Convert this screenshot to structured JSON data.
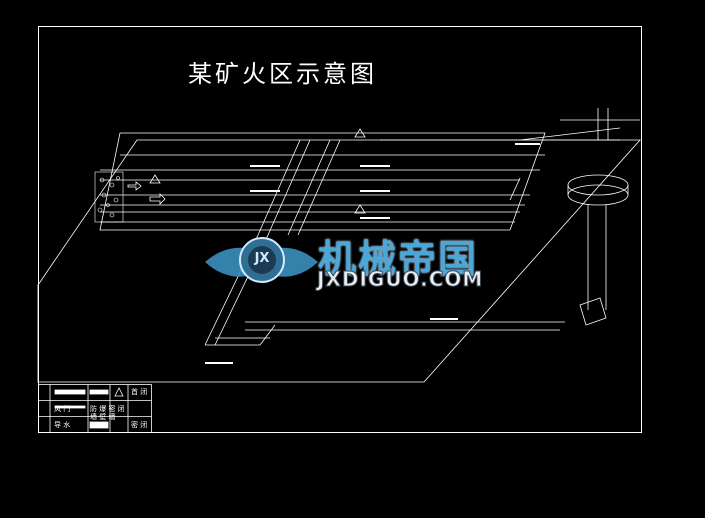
{
  "title": "某矿火区示意图",
  "watermark": {
    "cn": "机械帝国",
    "en": "JXDIGUO.COM",
    "badge": "JX",
    "color": "#4aa7d8"
  },
  "legend": {
    "row1": [
      "",
      "",
      "",
      "",
      "首 闭"
    ],
    "row2": [
      "风 门",
      "",
      "防 爆 密 闭 墙 壁 墙",
      "",
      ""
    ],
    "row3": [
      "",
      "导 水",
      "",
      "",
      "密 闭"
    ]
  },
  "colors": {
    "background": "#000000",
    "lines": "#ffffff",
    "watermark": "#4aa7d8"
  }
}
